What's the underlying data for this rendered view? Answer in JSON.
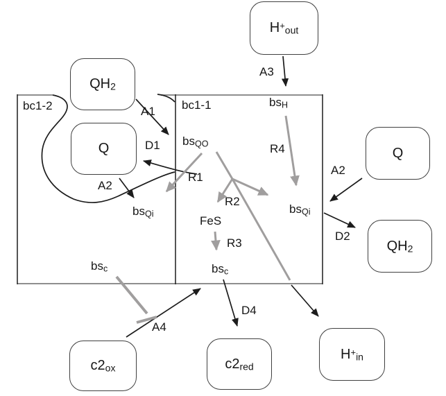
{
  "colors": {
    "black": "#1c1c1c",
    "gray": "#a09e9e",
    "box_edge_gray": "#8e8e8e",
    "node_border": "#3f3f3f"
  },
  "compartments": {
    "bc1_2": {
      "label": "bc1-2"
    },
    "bc1_1": {
      "label": "bc1-1"
    }
  },
  "nodes": {
    "qh2_left": {
      "base": "QH",
      "sub": "2"
    },
    "q_left": {
      "base": "Q"
    },
    "h_out": {
      "base": "H",
      "sup": "+",
      "sub": "out"
    },
    "q_right": {
      "base": "Q"
    },
    "qh2_right": {
      "base": "QH",
      "sub": "2"
    },
    "c2_ox": {
      "base": "c2",
      "sub": "ox"
    },
    "c2_red": {
      "base": "c2",
      "sub": "red"
    },
    "h_in": {
      "base": "H",
      "sup": "+",
      "sub": "in"
    }
  },
  "states": {
    "bs_qo": {
      "base": "bs",
      "sub": "QO"
    },
    "bs_h": {
      "base": "bs",
      "sub": "H"
    },
    "bs_qi_left": {
      "base": "bs",
      "sub": "Qi"
    },
    "bs_qi_right": {
      "base": "bs",
      "sub": "Qi"
    },
    "fes": {
      "base": "FeS"
    },
    "bs_c_left": {
      "base": "bs",
      "sub": "c"
    },
    "bs_c_right": {
      "base": "bs",
      "sub": "c"
    }
  },
  "edge_labels": {
    "a1": "A1",
    "d1": "D1",
    "a2_left": "A2",
    "r1": "R1",
    "a3": "A3",
    "r4": "R4",
    "r2": "R2",
    "r3": "R3",
    "a2_right": "A2",
    "d2": "D2",
    "a4": "A4",
    "d4": "D4"
  },
  "edges": [
    {
      "label": "A1",
      "from": "QH2 (left)",
      "to": "bsQO",
      "style": "black-arrow"
    },
    {
      "label": "D1",
      "from": "bsQO",
      "to": "Q (left)",
      "style": "black-arrow"
    },
    {
      "label": "A2",
      "from": "Q (left)",
      "to": "bsQi (bc1-2)",
      "style": "black-arrow"
    },
    {
      "label": "R1",
      "from": "bsQO",
      "to": "bsQi (bc1-2)",
      "style": "gray-arrow"
    },
    {
      "label": "A3",
      "from": "H+out",
      "to": "bsH",
      "style": "black-arrow"
    },
    {
      "label": "R4",
      "from": "bsH",
      "to": "bsQi (bc1-1)",
      "style": "gray-arrow"
    },
    {
      "label": "R2",
      "from": "bsQO",
      "to": "FeS",
      "style": "gray-arrow"
    },
    {
      "label": "",
      "from": "bsQO",
      "to": "bsQi (bc1-1)",
      "style": "gray-arrow"
    },
    {
      "label": "",
      "from": "bsQO",
      "to": "H+in",
      "style": "gray-then-black-arrow"
    },
    {
      "label": "R3",
      "from": "FeS",
      "to": "bsc (bc1-1)",
      "style": "gray-arrow"
    },
    {
      "label": "A2",
      "from": "Q (right)",
      "to": "bsQi (bc1-1)",
      "style": "black-arrow"
    },
    {
      "label": "D2",
      "from": "bsQi (bc1-1)",
      "to": "QH2 (right)",
      "style": "black-arrow"
    },
    {
      "label": "A4",
      "from": "c2ox",
      "to": "bsc (bc1-1)",
      "style": "black-arrow"
    },
    {
      "label": "D4",
      "from": "bsc (bc1-1)",
      "to": "c2red",
      "style": "black-arrow"
    },
    {
      "label": "",
      "from": "bsc (bc1-2)",
      "to": "A4 arrow",
      "style": "gray-inhibition-tbar"
    }
  ]
}
